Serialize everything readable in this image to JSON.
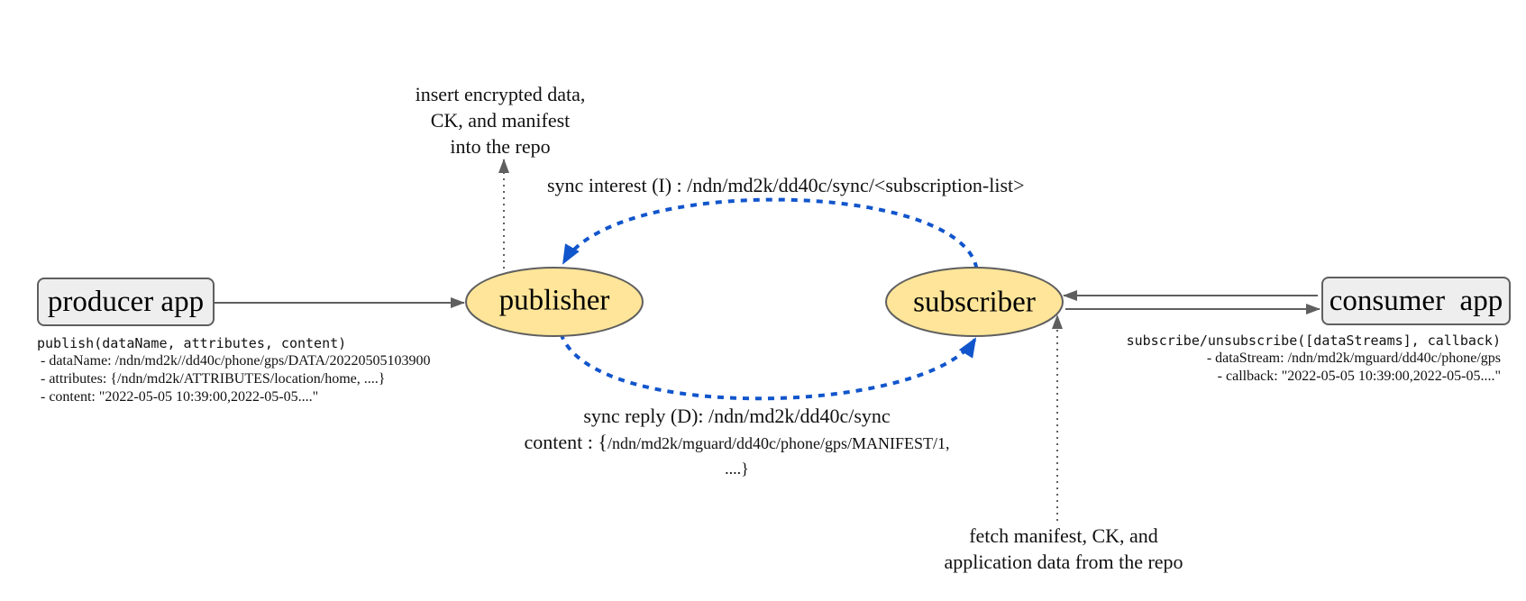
{
  "nodes": {
    "producer_app": {
      "label": "producer app"
    },
    "publisher": {
      "label": "publisher"
    },
    "subscriber": {
      "label": "subscriber"
    },
    "consumer_app": {
      "label": "consumer  app"
    }
  },
  "colors": {
    "app_box_fill": "#eeeeee",
    "app_box_border": "#5f5f5f",
    "ellipse_fill": "#fee599",
    "ellipse_border": "#5f5f5f",
    "sync_arrow": "#1155cc",
    "plain_arrow": "#5f5f5f"
  },
  "labels": {
    "repo_insert": [
      "insert encrypted data,",
      "CK, and manifest",
      "into the repo"
    ],
    "sync_interest": "sync interest (I) : /ndn/md2k/dd40c/sync/<subscription-list>",
    "sync_reply": {
      "line1": "sync reply (D): /ndn/md2k/dd40c/sync",
      "content_prefix": "content : {",
      "content_value": "/ndn/md2k/mguard/dd40c/phone/gps/MANIFEST/1,",
      "line3": "....}"
    },
    "repo_fetch": [
      "fetch manifest, CK, and",
      "application data from the repo"
    ]
  },
  "producer_api": {
    "signature": "publish(dataName, attributes, content)",
    "params": [
      " - dataName: /ndn/md2k//dd40c/phone/gps/DATA/20220505103900",
      " - attributes: {/ndn/md2k/ATTRIBUTES/location/home, ....}",
      " - content: \"2022-05-05 10:39:00,2022-05-05....\""
    ]
  },
  "consumer_api": {
    "signature": "subscribe/unsubscribe([dataStreams], callback)",
    "params": [
      "- dataStream: /ndn/md2k/mguard/dd40c/phone/gps",
      "- callback: \"2022-05-05 10:39:00,2022-05-05....\""
    ]
  }
}
